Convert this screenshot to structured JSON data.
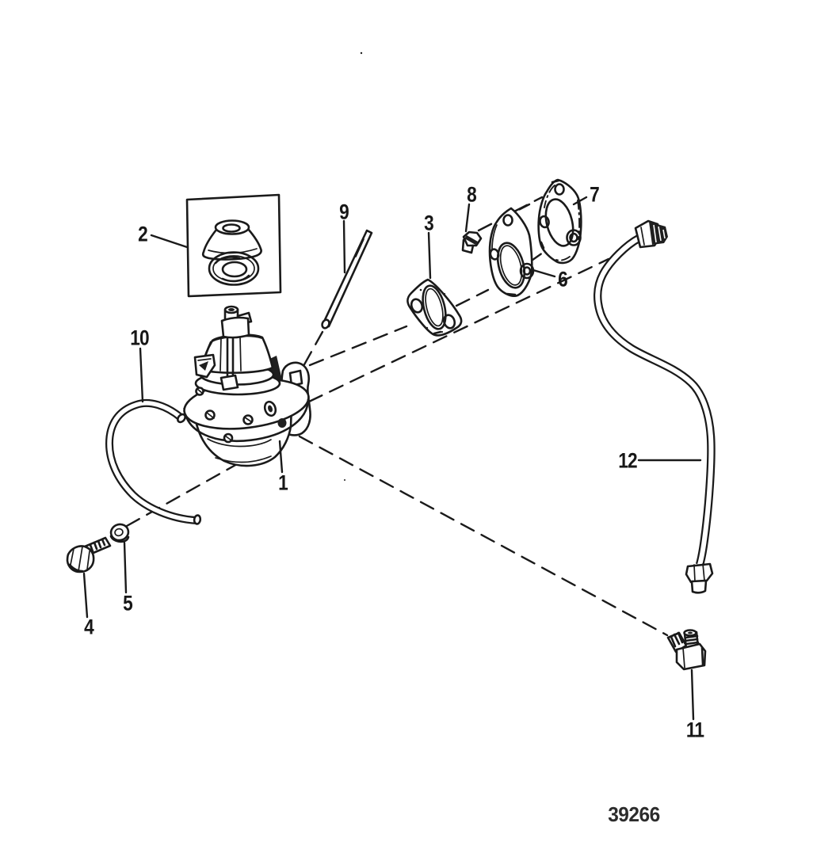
{
  "diagram": {
    "figure_number": "39266",
    "callouts": [
      "1",
      "2",
      "3",
      "4",
      "5",
      "6",
      "7",
      "8",
      "9",
      "10",
      "11",
      "12"
    ]
  }
}
